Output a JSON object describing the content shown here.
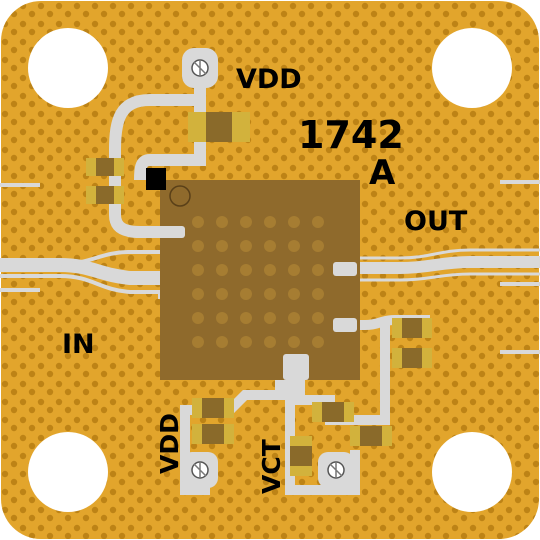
{
  "colors": {
    "board": "#e2a52c",
    "copper_dot": "#b77d12",
    "trace": "#d9d9d9",
    "trace_edge": "#f4f4f4",
    "component": "#8a6a2a",
    "component_cap": "#d2b23c",
    "chip": "#8f6a2c",
    "chip_pad": "#a67d32",
    "silk": "#000000",
    "hole": "#ffffff"
  },
  "labels": {
    "part_number": "1742",
    "revision": "A",
    "vdd_top": "VDD",
    "vdd_bottom": "VDD",
    "vct": "VCT",
    "input": "IN",
    "output": "OUT"
  }
}
